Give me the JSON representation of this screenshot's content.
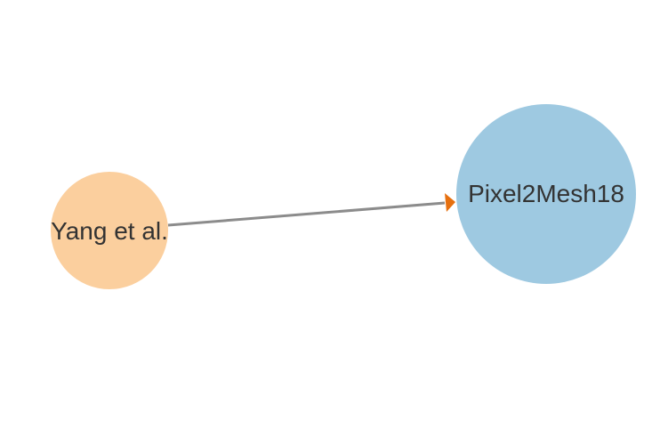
{
  "diagram": {
    "nodes": [
      {
        "id": "yang",
        "label": "Yang et al.",
        "color": "#FBCF9E"
      },
      {
        "id": "pixel2mesh",
        "label": "Pixel2Mesh18",
        "color": "#9EC9E1"
      }
    ],
    "edges": [
      {
        "from": "yang",
        "to": "pixel2mesh",
        "line_color": "#8C8C8C",
        "arrow_color": "#E6700F"
      }
    ]
  }
}
